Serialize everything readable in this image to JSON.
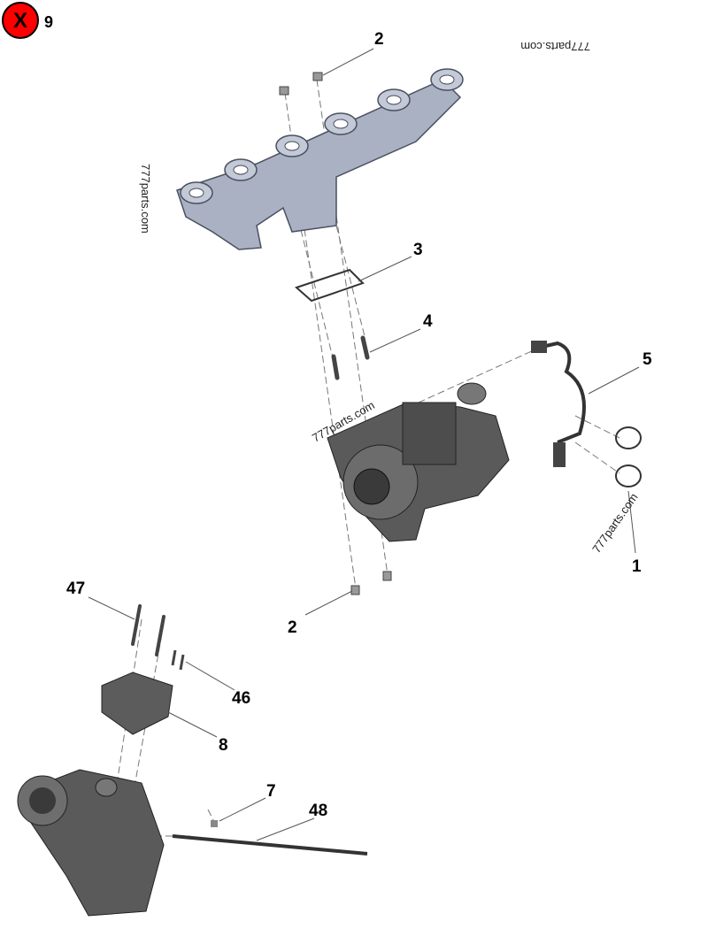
{
  "badge": {
    "icon": "close-x-icon",
    "color": "#ff0000",
    "count": "9"
  },
  "callouts": [
    "2",
    "3",
    "4",
    "5",
    "1",
    "2",
    "47",
    "46",
    "8",
    "7",
    "48"
  ],
  "watermark": "777parts.com",
  "colors": {
    "manifold": "#a9b1c2",
    "turbo": "#5a5a5a",
    "background": "#ffffff"
  }
}
